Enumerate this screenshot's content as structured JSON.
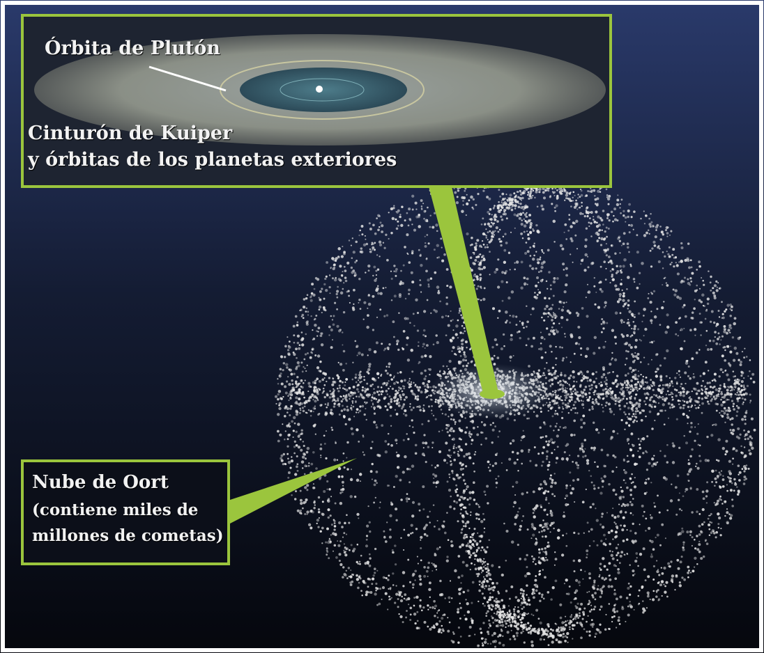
{
  "labels": {
    "pluto_orbit": "Órbita de Plutón",
    "kuiper_line1": "Cinturón de Kuiper",
    "kuiper_line2": "y órbitas de los planetas exteriores",
    "oort_line1": "Nube de Oort",
    "oort_line2": "(contiene miles de",
    "oort_line3": "millones de cometas)"
  },
  "colors": {
    "accent": "#9bc53d",
    "space_top": "#2a3a6b",
    "space_bottom": "#05070d",
    "particles": "#e6e6e6",
    "text": "#f2f2f2"
  }
}
